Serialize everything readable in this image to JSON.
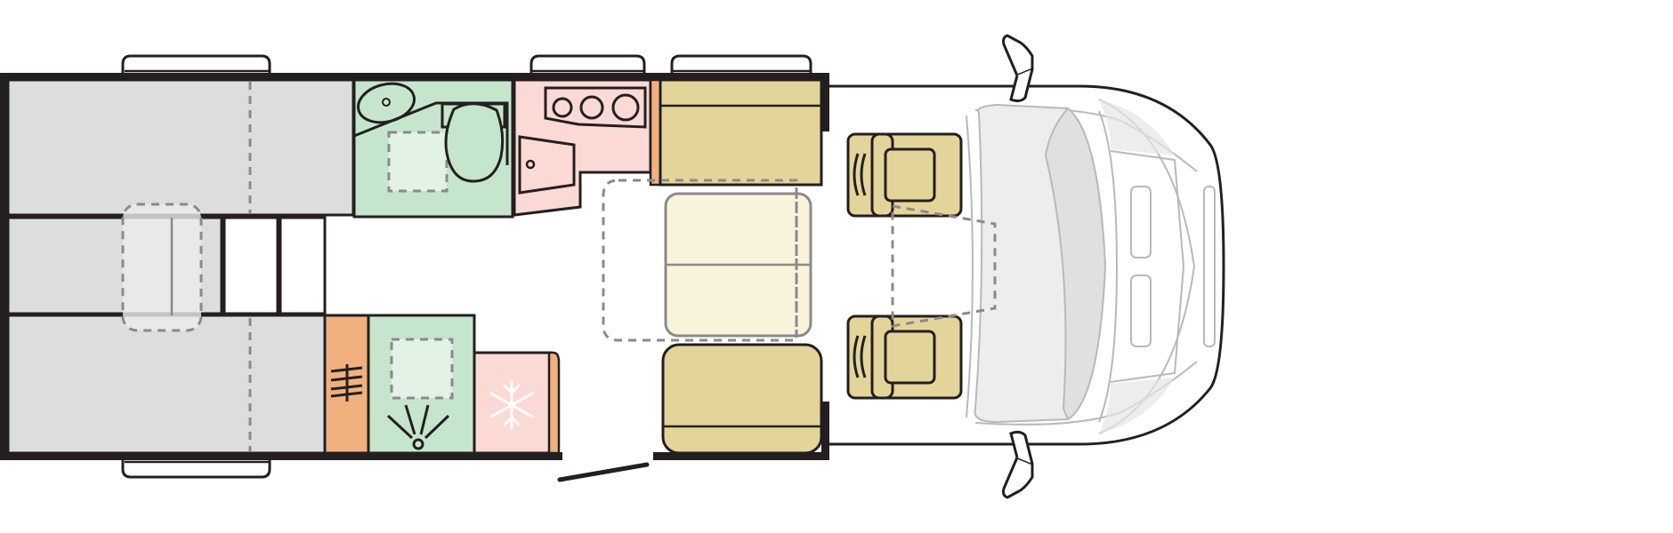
{
  "diagram": {
    "kind": "motorhome-floorplan",
    "orientation": "cab-right",
    "colors": {
      "bed": "#dcdddf",
      "bathroom": "#c5e6cc",
      "kitchen": "#fbd9d4",
      "upholstery": "#e3d59a",
      "table": "#f8f3da",
      "wardrobe": "#f0b17e",
      "walls": "#231f20",
      "dashed_outline": "#8a8a8a"
    },
    "icons": [
      "toilet-icon",
      "washbasin-icon",
      "hob-icon",
      "sink-icon",
      "shower-icon",
      "heater-icon",
      "snowflake-icon",
      "swivel-seat-icon"
    ],
    "rooms": [
      "rear-bed",
      "washroom",
      "kitchen",
      "dinette",
      "shower",
      "fridge",
      "wardrobe",
      "cab"
    ]
  }
}
